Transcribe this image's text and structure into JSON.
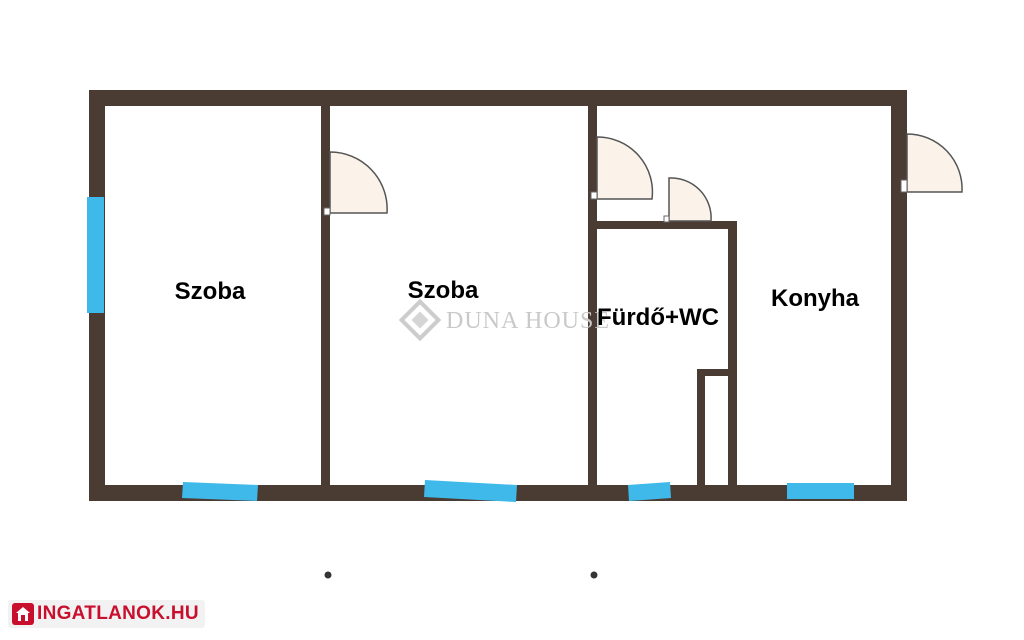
{
  "rooms": {
    "room1": "Szoba",
    "room2": "Szoba",
    "bath": "Fürdő+WC",
    "kitchen": "Konyha"
  },
  "watermark": "DUNA HOUSE",
  "logo": "INGATLANOK.HU",
  "colors": {
    "wall": "#4a3b33",
    "window": "#3fb8ea",
    "door_fill": "#fbf3e9",
    "logo_red": "#c8102e"
  },
  "icons": [
    "duna-house-logo-icon",
    "ingatlanok-house-icon"
  ]
}
